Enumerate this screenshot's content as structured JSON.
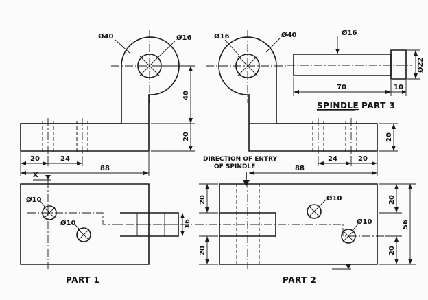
{
  "part1": {
    "title": "PART 1",
    "dia_boss": "Ø40",
    "dia_hole": "Ø16",
    "height_upright": "40",
    "height_base": "20",
    "dim_20": "20",
    "dim_24": "24",
    "dim_88": "88",
    "hole_a": "Ø10",
    "hole_b": "Ø10",
    "tongue": "16",
    "section_mark": "X"
  },
  "part2": {
    "title": "PART 2",
    "dia_hole": "Ø16",
    "dia_boss": "Ø40",
    "height_base": "20",
    "dim_24": "24",
    "dim_20": "20",
    "dim_88": "88",
    "slot_top": "20",
    "slot_bottom": "20",
    "right_top": "20",
    "right_total": "56",
    "right_bottom": "20",
    "hole_a": "Ø10",
    "hole_b": "Ø10",
    "entry_line1": "DIRECTION OF ENTRY",
    "entry_line2": "OF SPINDLE"
  },
  "part3": {
    "title": "PART 3",
    "name": "SPINDLE",
    "dia_shaft": "Ø16",
    "dia_head": "Ø22",
    "length": "70",
    "head_len": "10"
  }
}
